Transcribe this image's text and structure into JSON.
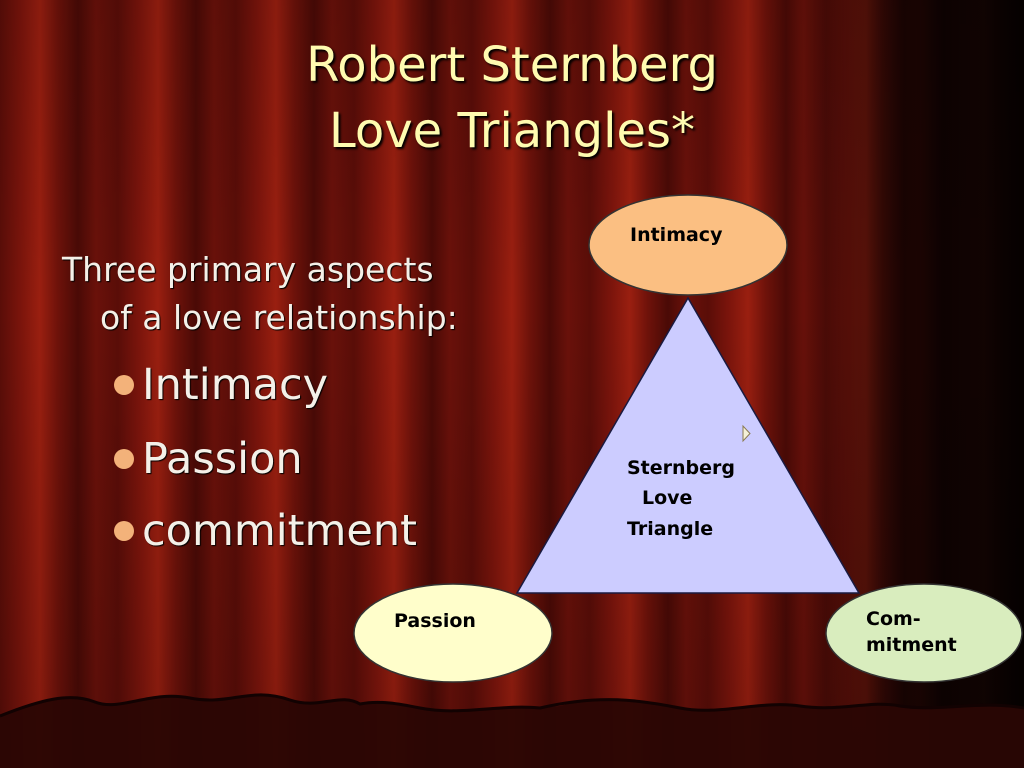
{
  "title": {
    "line1": "Robert Sternberg",
    "line2": "Love Triangles*"
  },
  "intro": {
    "line1": "Three primary aspects",
    "line2": "of a love relationship:"
  },
  "bullets": [
    "Intimacy",
    "Passion",
    "commitment"
  ],
  "diagram": {
    "top_label": "Intimacy",
    "left_label": "Passion",
    "right_label_line1": "Com-",
    "right_label_line2": "mitment",
    "center_line1": "Sternberg",
    "center_line2": "Love",
    "center_line3": "Triangle"
  },
  "colors": {
    "title_text": "#fffbb0",
    "bullet_dot": "#f3b27a",
    "intimacy_fill": "#fbbf82",
    "passion_fill": "#fffecb",
    "commitment_fill": "#d9edbe",
    "triangle_fill": "#ccccff"
  }
}
